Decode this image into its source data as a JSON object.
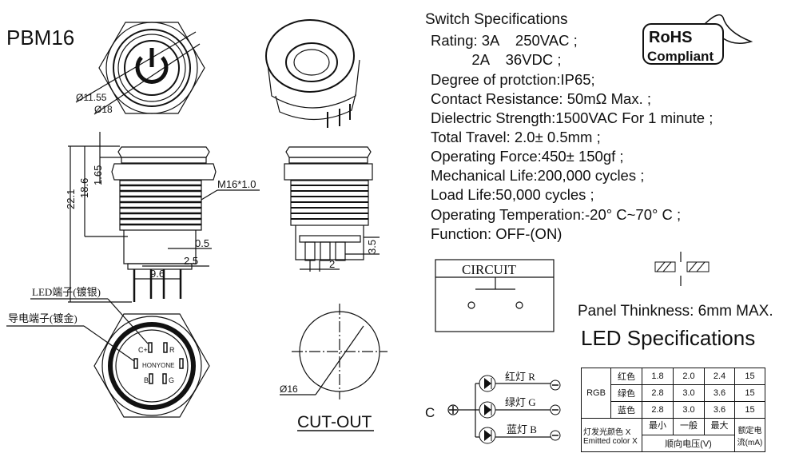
{
  "model": "PBM16",
  "drawing": {
    "dia_inner": "Ø11.55",
    "dia_outer": "Ø18",
    "dim_total": "22.1",
    "dim_body": "18.6",
    "dim_cap": "1.65",
    "thread": "M16*1.0",
    "pin_width": "0.5",
    "pin_pitch": "2.5",
    "pin_span": "9.6",
    "pin_length": "3.5",
    "pin_spacing": "2",
    "led_terminal_label": "LED端子(镀银)",
    "conductive_terminal_label": "导电端子(镀金)",
    "brand": "HONYONE",
    "pin_labels": [
      "C+",
      "R",
      "B",
      "G"
    ],
    "cutout_dia": "Ø16",
    "cutout_label": "CUT-OUT"
  },
  "switch_specs": {
    "title": "Switch Specifications",
    "lines": [
      "Rating: 3A    250VAC ;",
      "          2A    36VDC ;",
      "Degree of protction:IP65;",
      "Contact Resistance: 50mΩ Max. ;",
      "Dielectric Strength:1500VAC For 1 minute ;",
      "Total Travel: 2.0± 0.5mm ;",
      "Operating Force:450± 150gf ;",
      "Mechanical Life:200,000 cycles ;",
      "Load Life:50,000 cycles ;",
      "Operating Temperation:-20° C~70° C ;",
      "Function: OFF-(ON)"
    ]
  },
  "rohs": {
    "line1": "RoHS",
    "line2": "Compliant"
  },
  "circuit": {
    "title": "CIRCUIT"
  },
  "panel": {
    "text": "Panel Thinkness: 6mm MAX."
  },
  "led_specs": {
    "title": "LED Specifications",
    "common": "C",
    "branches": [
      {
        "label": "红灯  R",
        "color": "#d00"
      },
      {
        "label": "绿灯  G",
        "color": "#0a0"
      },
      {
        "label": "蓝灯  B",
        "color": "#00d"
      }
    ],
    "table": {
      "group": "RGB",
      "rows": [
        {
          "color": "红色",
          "min": "1.8",
          "typ": "2.0",
          "max": "2.4",
          "current": "15"
        },
        {
          "color": "绿色",
          "min": "2.8",
          "typ": "3.0",
          "max": "3.6",
          "current": "15"
        },
        {
          "color": "蓝色",
          "min": "2.8",
          "typ": "3.0",
          "max": "3.6",
          "current": "15"
        }
      ],
      "footer_label_cn": "灯发光颜色  X",
      "footer_label_en": "Emitted color X",
      "col_min": "最小",
      "col_typ": "一般",
      "col_max": "最大",
      "col_current": "额定电流(mA)",
      "voltage_label": "顺向电压(V)"
    }
  }
}
